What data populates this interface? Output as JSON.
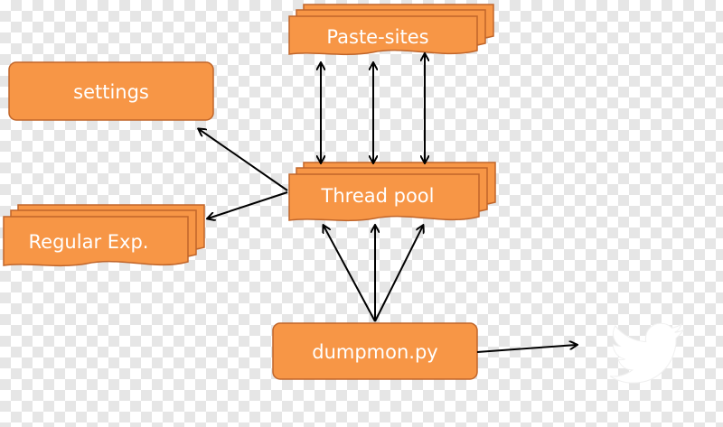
{
  "nodes": {
    "paste_sites": "Paste-sites",
    "settings": "settings",
    "thread_pool": "Thread pool",
    "regular_exp": "Regular Exp.",
    "dumpmon": "dumpmon.py"
  },
  "colors": {
    "box_fill": "#f79646",
    "box_stroke": "#c0652a",
    "arrow": "#000000",
    "label": "#ffffff",
    "twitter_logo": "#ffffff"
  },
  "icons": {
    "twitter": "twitter-bird-icon"
  }
}
